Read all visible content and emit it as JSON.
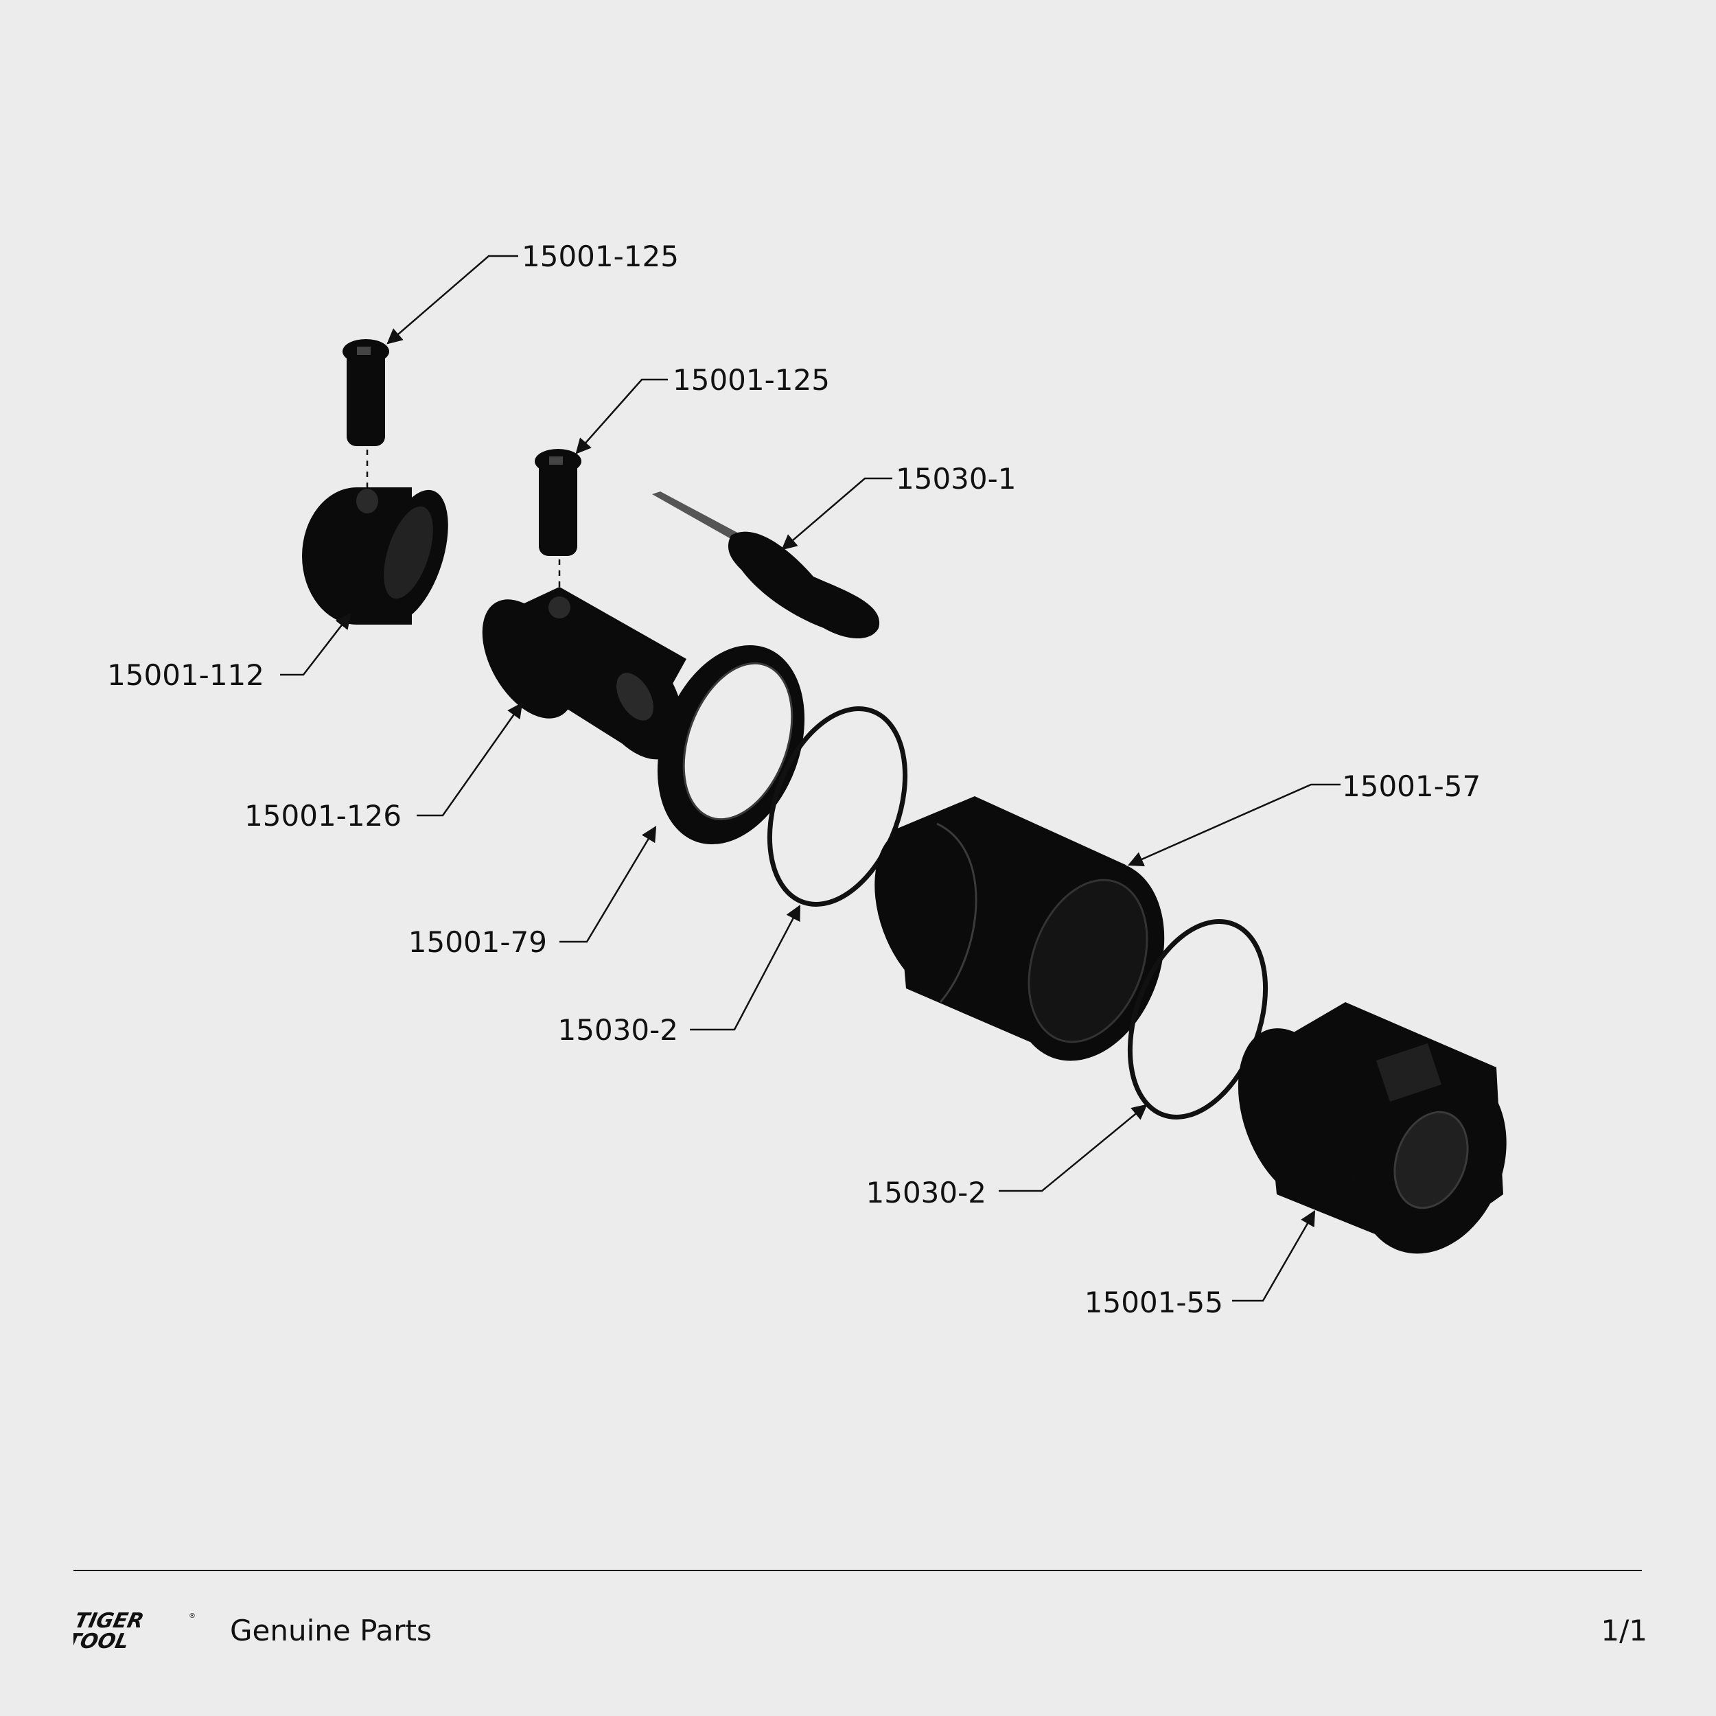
{
  "callouts": [
    {
      "part": "15001-125"
    },
    {
      "part": "15001-125"
    },
    {
      "part": "15030-1"
    },
    {
      "part": "15001-112"
    },
    {
      "part": "15001-126"
    },
    {
      "part": "15001-79"
    },
    {
      "part": "15001-57"
    },
    {
      "part": "15030-2"
    },
    {
      "part": "15030-2"
    },
    {
      "part": "15001-55"
    }
  ],
  "footer": {
    "logo_text": "TIGER TOOL",
    "caption": "Genuine Parts",
    "page": "1/1"
  },
  "colors": {
    "background": "#ececec",
    "ink": "#111111",
    "part": "#0b0b0b"
  }
}
